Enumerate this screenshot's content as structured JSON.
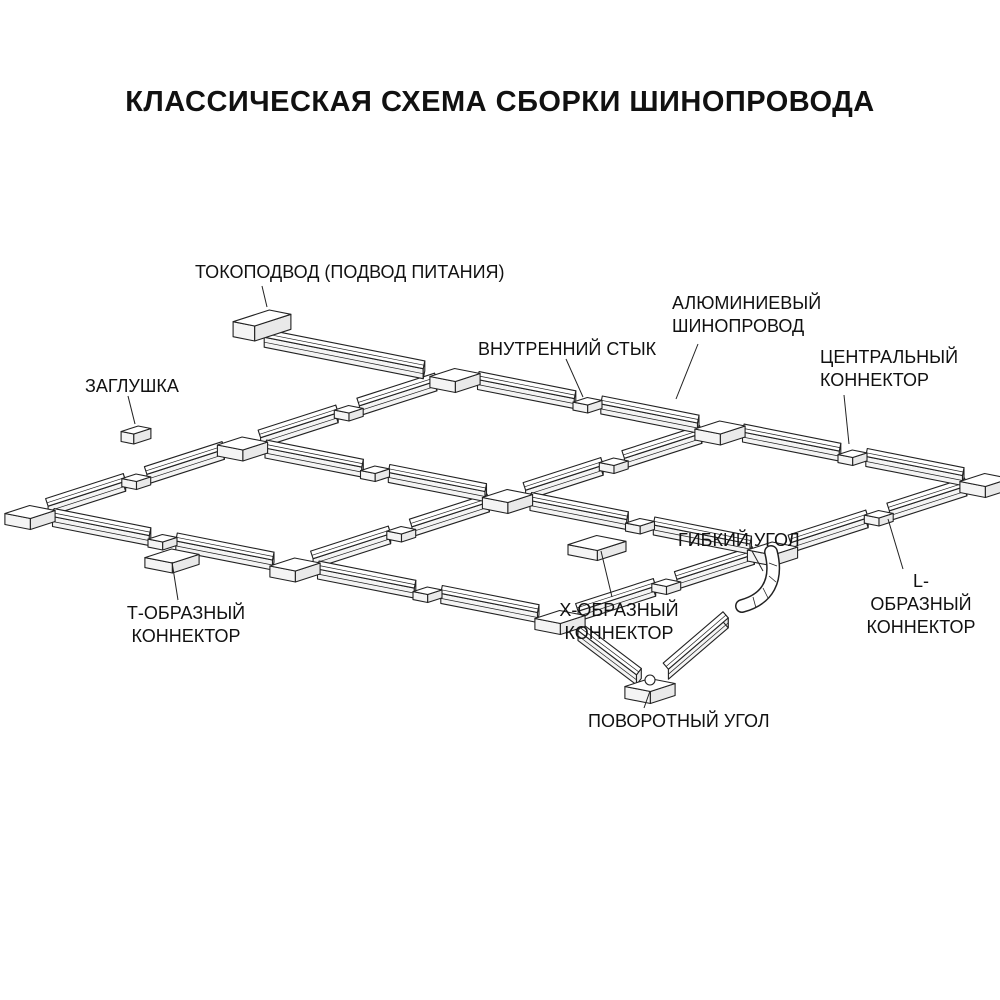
{
  "title": "КЛАССИЧЕСКАЯ СХЕМА СБОРКИ ШИНОПРОВОДА",
  "labels": {
    "power_feed": "ТОКОПОДВОД (ПОДВОД ПИТАНИЯ)",
    "end_cap": "ЗАГЛУШКА",
    "inner_joint": "ВНУТРЕННИЙ СТЫК",
    "aluminum_track": "АЛЮМИНИЕВЫЙ\nШИНОПРОВОД",
    "central_connector": "ЦЕНТРАЛЬНЫЙ\nКОННЕКТОР",
    "flexible_corner": "ГИБКИЙ УГОЛ",
    "l_connector": "L-ОБРАЗНЫЙ\nКОННЕКТОР",
    "t_connector": "Т-ОБРАЗНЫЙ\nКОННЕКТОР",
    "x_connector": "Х-ОБРАЗНЫЙ\nКОННЕКТОР",
    "swivel_corner": "ПОВОРОТНЫЙ УГОЛ"
  },
  "colors": {
    "line": "#222222",
    "text": "#111111",
    "background": "#ffffff"
  }
}
